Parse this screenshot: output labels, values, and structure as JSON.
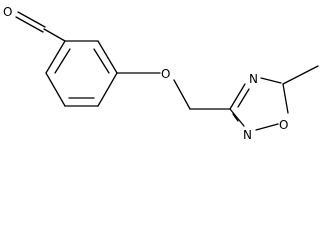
{
  "diagram": {
    "type": "chemical-structure",
    "atom_labels": {
      "aldehyde_oxygen": "O",
      "ether_oxygen": "O",
      "ring_nitrogen_top": "N",
      "ring_oxygen": "O",
      "ring_nitrogen_bottom": "N"
    },
    "colors": {
      "bond": "#000000",
      "label": "#000000",
      "background": "#ffffff"
    }
  }
}
